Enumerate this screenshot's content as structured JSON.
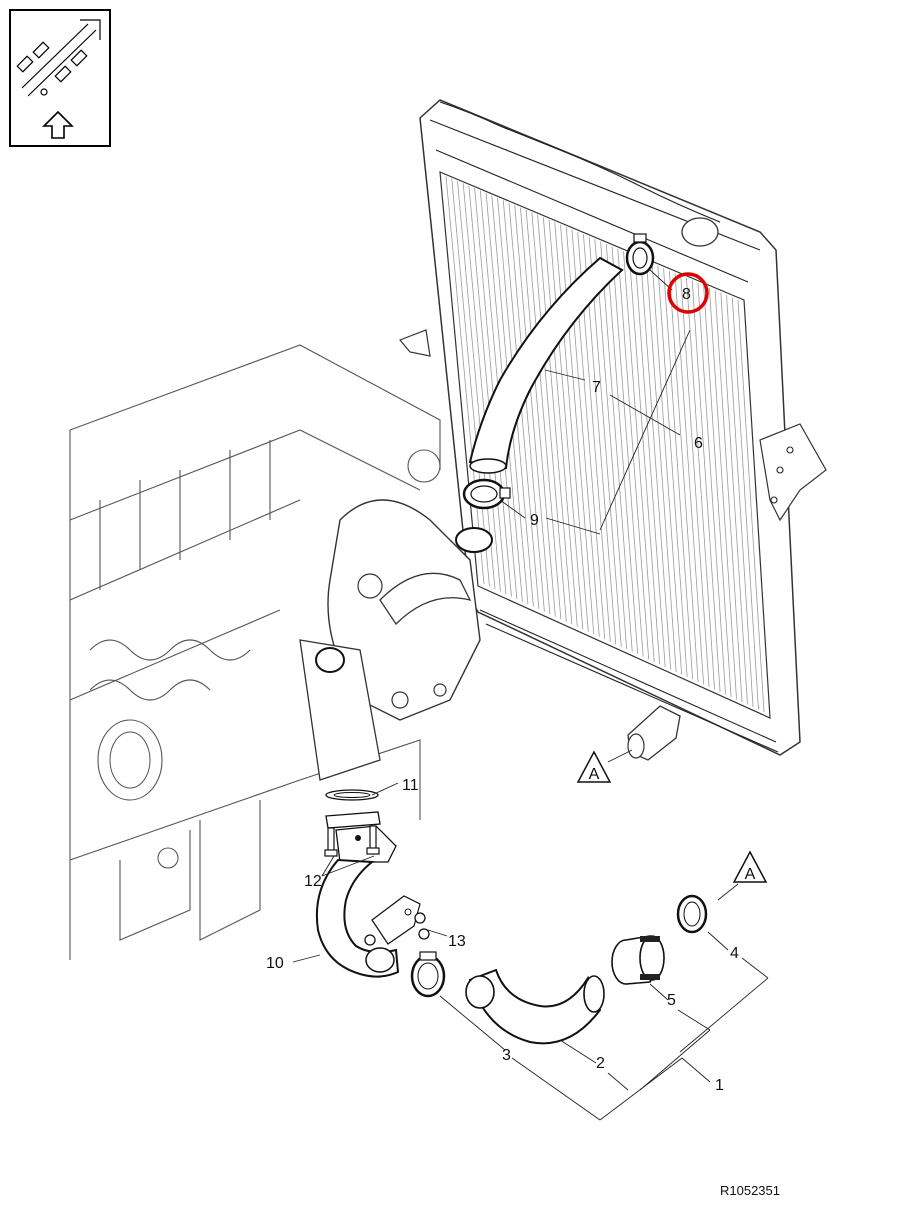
{
  "diagram": {
    "reference_code": "R1052351",
    "callouts": [
      "1",
      "2",
      "3",
      "4",
      "5",
      "6",
      "7",
      "8",
      "9",
      "10",
      "11",
      "12",
      "13"
    ],
    "section_marker": "A",
    "highlighted_callout": "8",
    "highlight_color": "#e00000",
    "orientation_icon": "front-arrow-icon"
  }
}
